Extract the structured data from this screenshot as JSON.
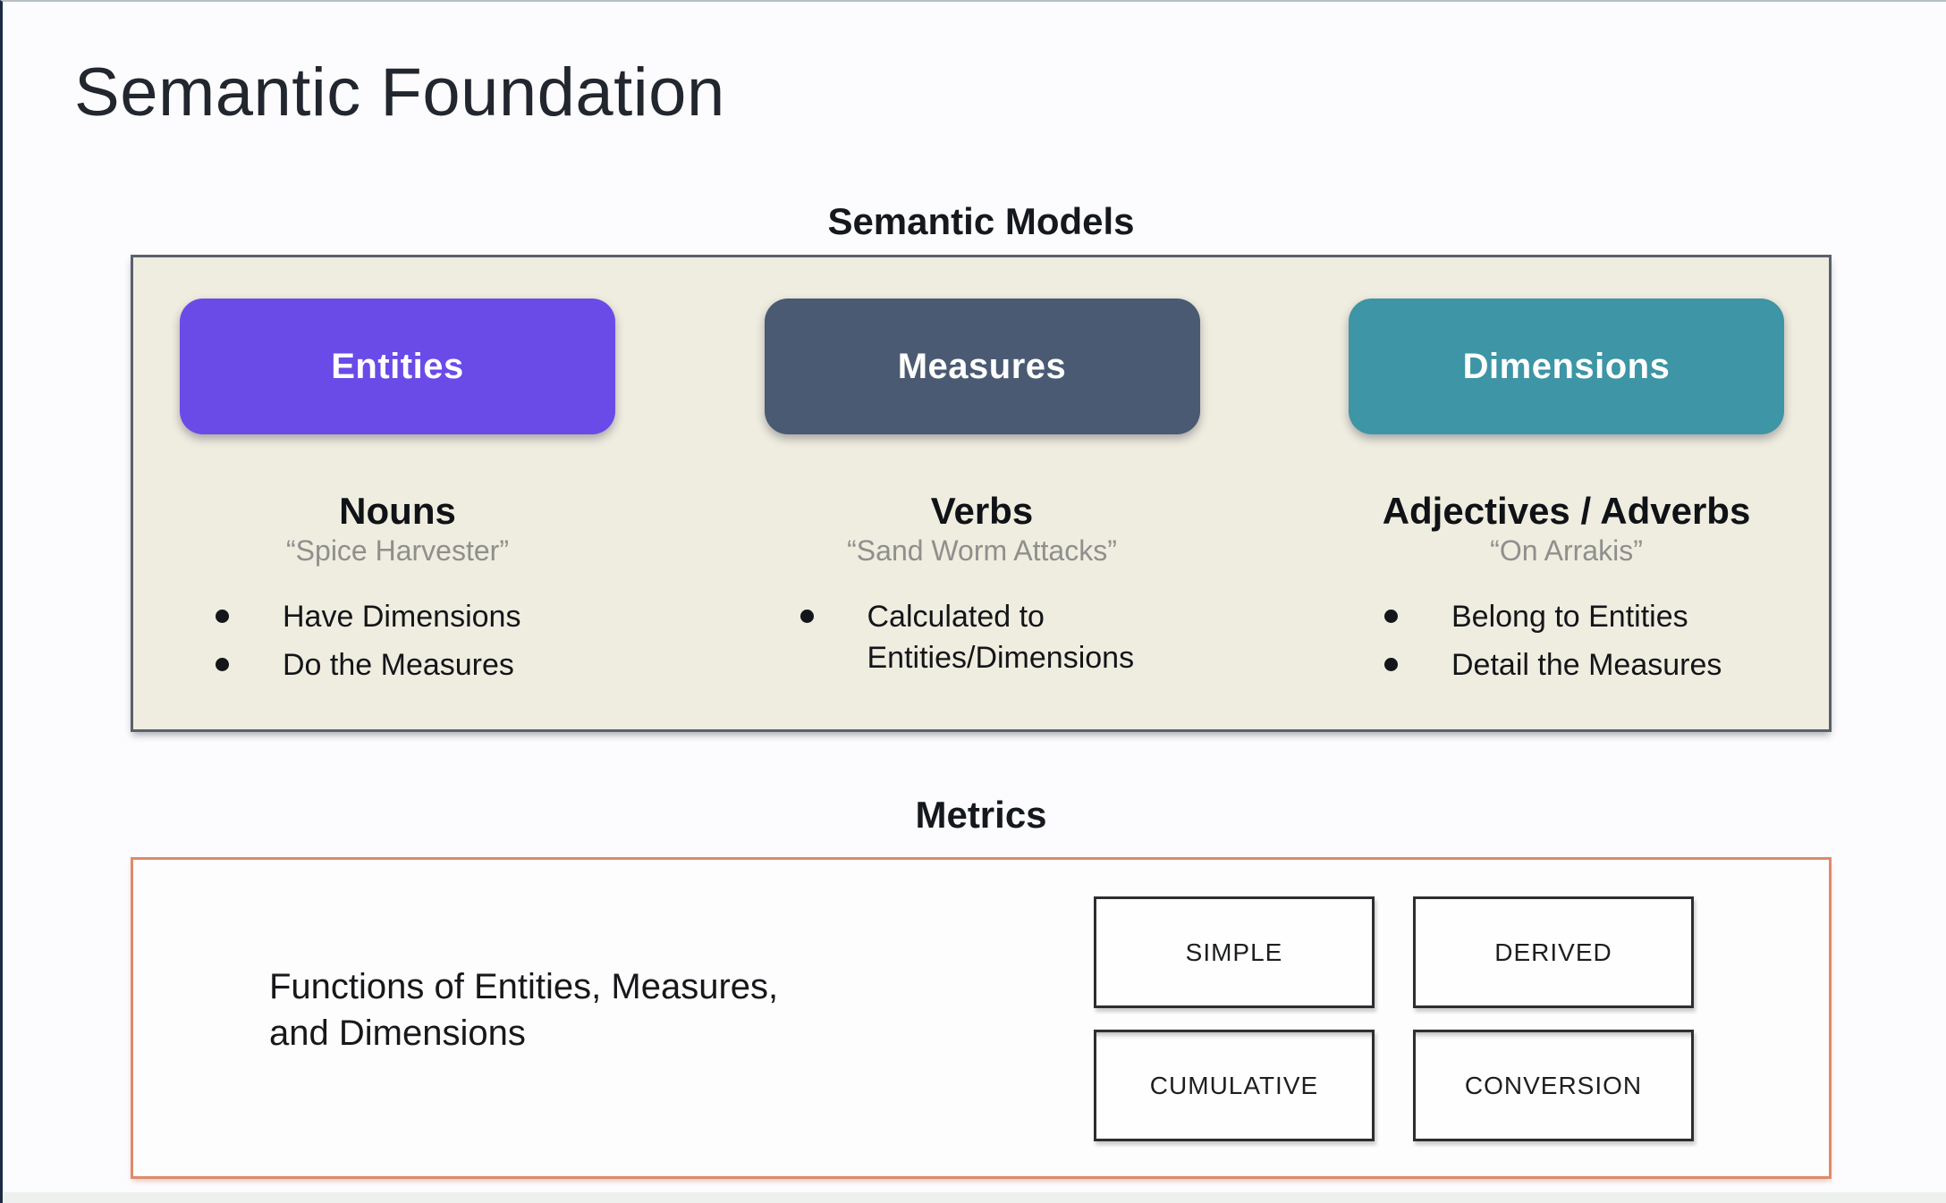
{
  "page": {
    "title": "Semantic Foundation"
  },
  "semantic_models": {
    "heading": "Semantic Models",
    "panel_bg_color": "#EFEDDF",
    "columns": [
      {
        "button_label": "Entities",
        "button_color": "#6A4BE8",
        "role_heading": "Nouns",
        "example_quote": "“Spice Harvester”",
        "bullets": [
          "Have Dimensions",
          "Do the Measures"
        ]
      },
      {
        "button_label": "Measures",
        "button_color": "#4A5A73",
        "role_heading": "Verbs",
        "example_quote": "“Sand Worm Attacks”",
        "bullets": [
          "Calculated to\nEntities/Dimensions"
        ]
      },
      {
        "button_label": "Dimensions",
        "button_color": "#3D95A5",
        "role_heading": "Adjectives / Adverbs",
        "example_quote": "“On Arrakis”",
        "bullets": [
          "Belong to Entities",
          "Detail the Measures"
        ]
      }
    ]
  },
  "metrics": {
    "heading": "Metrics",
    "border_color": "#DE8A6B",
    "description": "Functions of Entities, Measures,\nand Dimensions",
    "type_boxes": [
      "SIMPLE",
      "DERIVED",
      "CUMULATIVE",
      "CONVERSION"
    ]
  }
}
